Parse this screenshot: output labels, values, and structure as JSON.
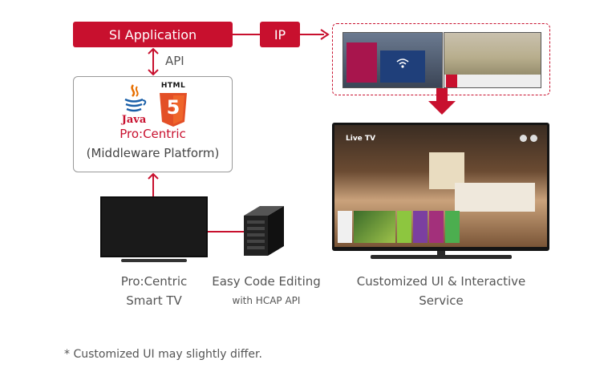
{
  "si_application_label": "SI Application",
  "ip_label": "IP",
  "api_label": "API",
  "middleware": {
    "java_label": "Java",
    "html_label": "HTML",
    "html5_digit": "5",
    "brand": "Pro:Centric",
    "platform": "(Middleware Platform)"
  },
  "smart_tv_caption": [
    "Pro:Centric",
    "Smart TV"
  ],
  "code_caption": "Easy Code Editing",
  "code_sub_caption": "with HCAP API",
  "customized_caption": [
    "Customized UI & Interactive",
    "Service"
  ],
  "live_tv_label": "Live TV",
  "footnote": "* Customized UI may slightly differ.",
  "colors": {
    "accent": "#c8102e",
    "text": "#555555"
  }
}
